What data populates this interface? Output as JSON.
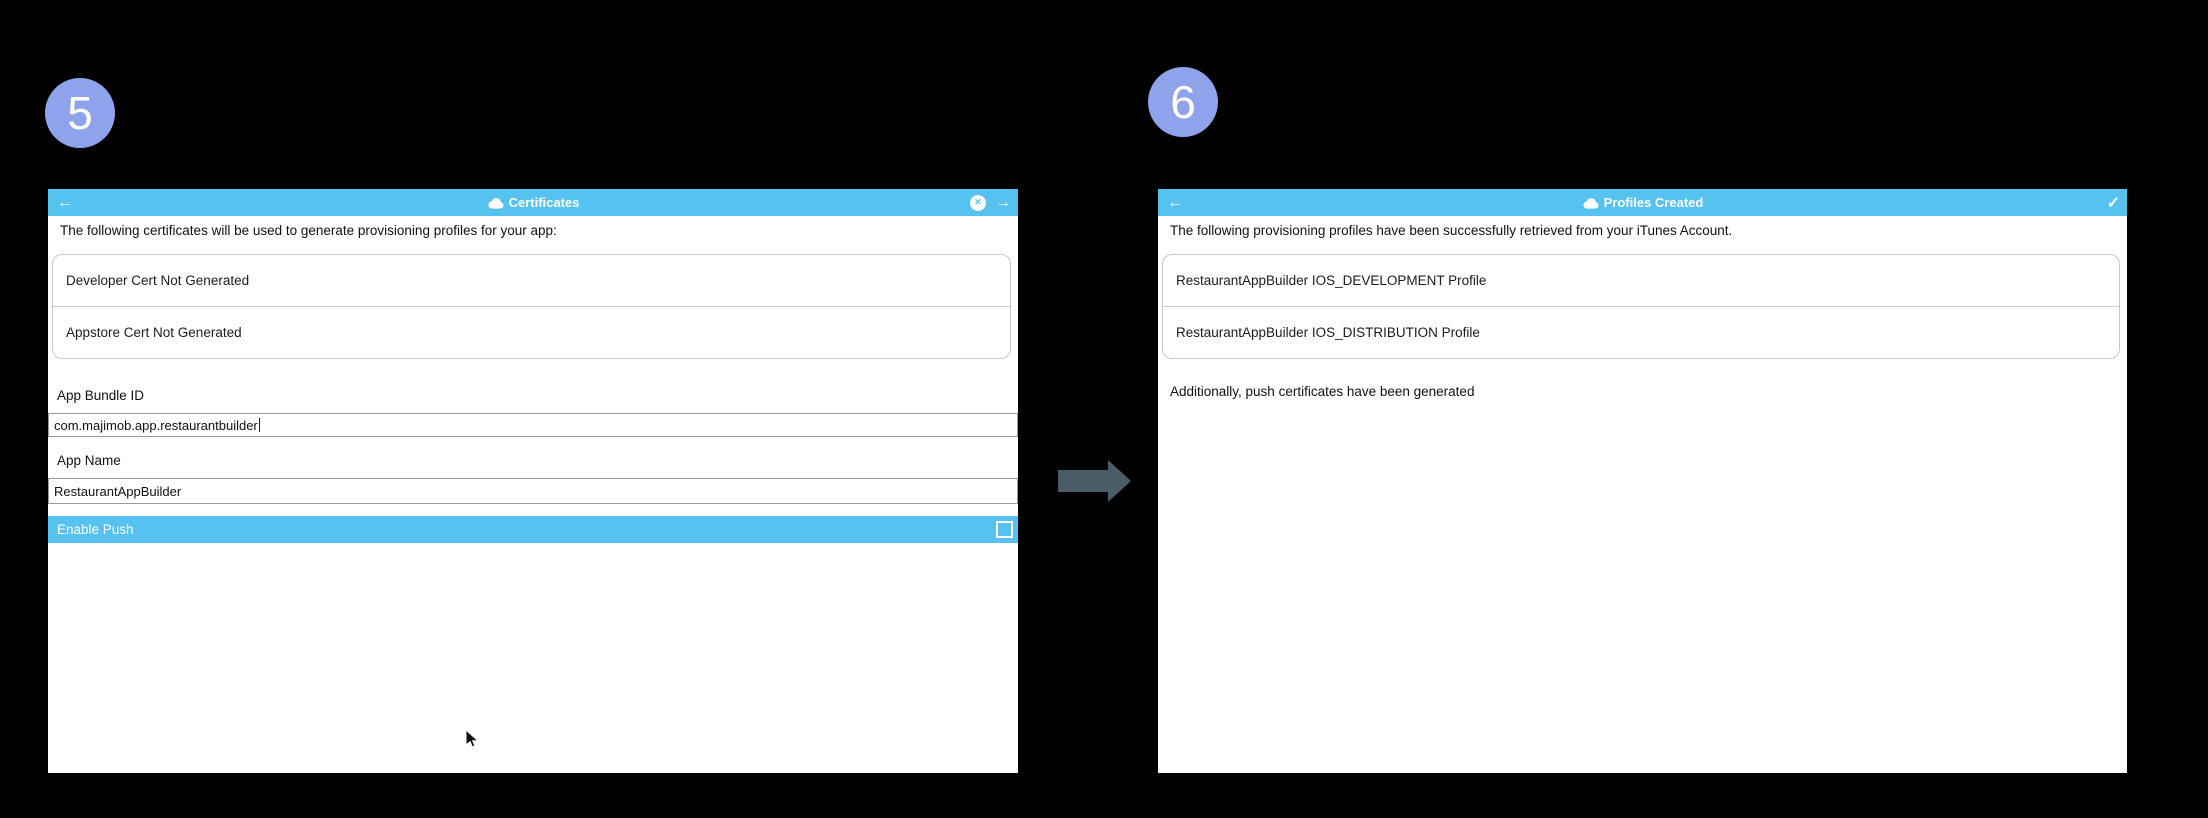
{
  "colors": {
    "background": "#000000",
    "header_blue": "#55C2F0",
    "badge_blue": "#8FA3EC",
    "flow_arrow_gray": "#4A5C68"
  },
  "step5": {
    "badge_number": "5",
    "window": {
      "title": "Certificates",
      "back_glyph": "←",
      "close_glyph": "✕",
      "forward_glyph": "→",
      "intro": "The following certificates will be used to generate provisioning profiles for your app:",
      "cert_rows": [
        "Developer Cert Not Generated",
        "Appstore Cert Not Generated"
      ],
      "bundle_field": {
        "label": "App Bundle ID",
        "value": "com.majimob.app.restaurantbuilder"
      },
      "name_field": {
        "label": "App Name",
        "value": "RestaurantAppBuilder"
      },
      "enable_push": {
        "label": "Enable Push",
        "checked": false
      }
    }
  },
  "step6": {
    "badge_number": "6",
    "window": {
      "title": "Profiles Created",
      "back_glyph": "←",
      "confirm_glyph": "✓",
      "intro": "The following provisioning profiles have been successfully retrieved from your iTunes Account.",
      "profile_rows": [
        "RestaurantAppBuilder IOS_DEVELOPMENT Profile",
        "RestaurantAppBuilder IOS_DISTRIBUTION Profile"
      ],
      "note": "Additionally, push certificates have been generated"
    }
  }
}
